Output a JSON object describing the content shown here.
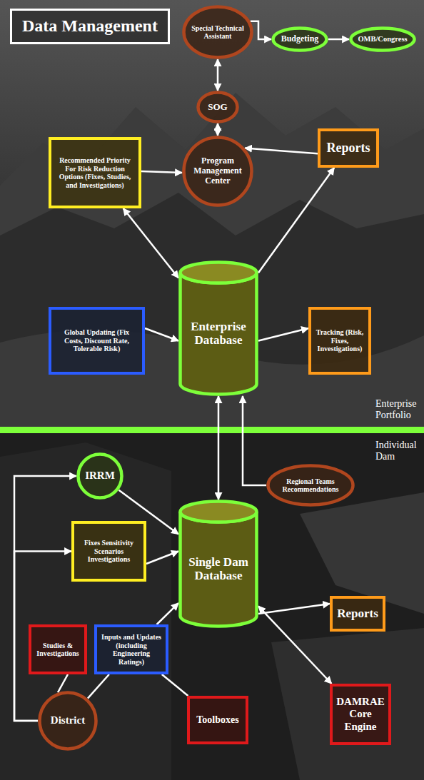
{
  "diagram": {
    "title": "Data Management",
    "nodes": [
      {
        "text": [
          "Special Technical Assistant"
        ]
      },
      {
        "text": [
          "Budgeting"
        ]
      },
      {
        "text": [
          "OMB/Congress"
        ]
      },
      {
        "text": [
          "SOG"
        ]
      },
      {
        "text": [
          "Recommended Priority For Risk Reduction Options (Fixes, Studies, and Investigations)"
        ]
      },
      {
        "text": [
          "Program Management Center"
        ]
      },
      {
        "text": [
          "Reports"
        ]
      },
      {
        "text": [
          "Global Updating (Fix Costs, Discount Rate, Tolerable Risk)"
        ]
      },
      {
        "text": [
          "Enterprise Database"
        ]
      },
      {
        "text": [
          "Tracking (Risk, Fixes, Investigations)"
        ]
      },
      {
        "text": [
          "IRRM"
        ]
      },
      {
        "text": [
          "Regional Teams Recommendations"
        ]
      },
      {
        "text": [
          "Single Dam Database"
        ]
      },
      {
        "text": [
          "Fixes Sensitivity Scenarios Investigations"
        ]
      },
      {
        "text": [
          "Studies & Investigations"
        ]
      },
      {
        "text": [
          "Inputs and Updates (including Engineering Ratings)"
        ]
      },
      {
        "text": [
          "Reports"
        ]
      },
      {
        "text": [
          "District"
        ]
      },
      {
        "text": [
          "Toolboxes"
        ]
      },
      {
        "text": [
          "DAMRAE Core Engine"
        ]
      }
    ],
    "edges": [
      {
        "from": 0,
        "to": 1,
        "arrow": "to"
      },
      {
        "from": 1,
        "to": 2,
        "arrow": "to"
      },
      {
        "from": 0,
        "to": 3,
        "arrow": "both"
      },
      {
        "from": 3,
        "to": 5,
        "arrow": "both"
      },
      {
        "from": 4,
        "to": 5,
        "arrow": "to"
      },
      {
        "from": 6,
        "to": 5,
        "arrow": "to"
      },
      {
        "from": 8,
        "to": 4,
        "arrow": "both"
      },
      {
        "from": 8,
        "to": 6,
        "arrow": "to"
      },
      {
        "from": 7,
        "to": 8,
        "arrow": "to"
      },
      {
        "from": 8,
        "to": 9,
        "arrow": "to"
      },
      {
        "from": 8,
        "to": 12,
        "arrow": "both"
      },
      {
        "from": 11,
        "to": 8,
        "arrow": "to"
      },
      {
        "from": 10,
        "to": 12,
        "arrow": "to"
      },
      {
        "from": 13,
        "to": 12,
        "arrow": "to"
      },
      {
        "from": 12,
        "to": 16,
        "arrow": "to"
      },
      {
        "from": 12,
        "to": 19,
        "arrow": "both"
      },
      {
        "from": 15,
        "to": 12,
        "arrow": "to"
      },
      {
        "from": 17,
        "to": 10,
        "arrow": "to"
      },
      {
        "from": 17,
        "to": 13,
        "arrow": "to"
      },
      {
        "from": 17,
        "to": 14,
        "arrow": "none"
      },
      {
        "from": 17,
        "to": 15,
        "arrow": "none"
      },
      {
        "from": 15,
        "to": 18,
        "arrow": "none"
      }
    ],
    "labels": [
      "Enterprise Portfolio",
      "Individual Dam"
    ]
  }
}
